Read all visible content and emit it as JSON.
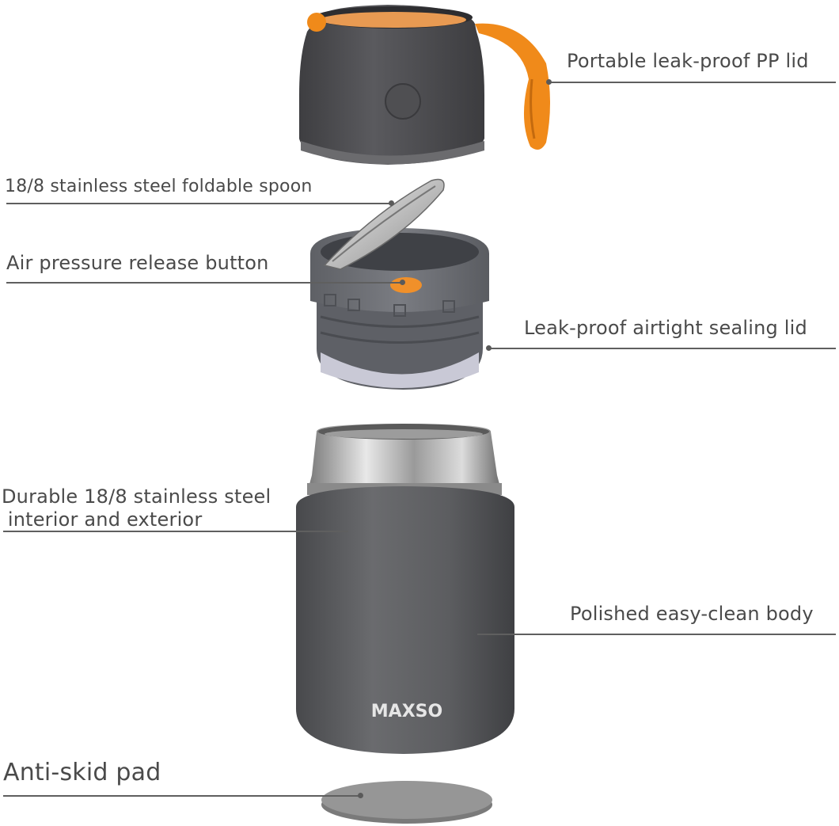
{
  "product": {
    "brand_mark": "MAXSO",
    "colors": {
      "body_gray": "#5a5b5e",
      "lid_dark": "#4a4a4d",
      "accent_orange": "#f0901e",
      "inner_lid_gray": "#6f7176",
      "steel": "#c8c8c8",
      "pad_gray": "#8a8a8a",
      "label_text": "#4a4a4a",
      "leader_line": "#5f5f5f"
    }
  },
  "callouts": [
    {
      "id": "outer-lid",
      "text": "Portable leak-proof PP lid",
      "side": "right"
    },
    {
      "id": "spoon",
      "text": "18/8 stainless steel foldable spoon",
      "side": "left"
    },
    {
      "id": "pressure-button",
      "text": "Air pressure release button",
      "side": "left"
    },
    {
      "id": "sealing-lid",
      "text": "Leak-proof airtight sealing lid",
      "side": "right"
    },
    {
      "id": "steel",
      "text_line1": "Durable 18/8 stainless steel",
      "text_line2": " interior and exterior",
      "side": "left"
    },
    {
      "id": "body",
      "text": "Polished easy-clean body",
      "side": "right"
    },
    {
      "id": "pad",
      "text": "Anti-skid pad",
      "side": "left"
    }
  ]
}
